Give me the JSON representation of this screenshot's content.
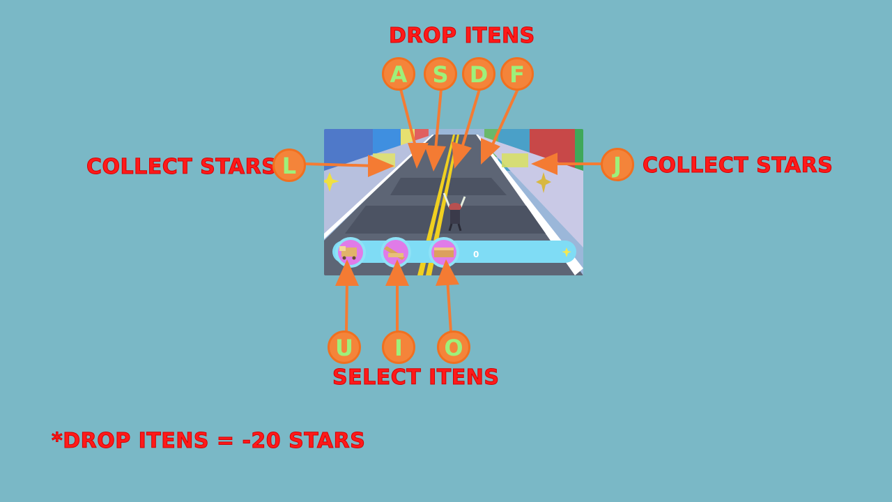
{
  "colors": {
    "background": "#7ab8c6",
    "label_text": "#ff1a1a",
    "key_fill": "#f4843a",
    "key_border": "#f07020",
    "key_letter": "#9ef07a",
    "arrow": "#f47b33",
    "hud_bar": "#7fdcf5",
    "hud_slot": "#e07be8"
  },
  "labels": {
    "drop_title": "DROP ITENS",
    "collect_left": "COLLECT STARS",
    "collect_right": "COLLECT STARS",
    "select_title": "SELECT ITENS",
    "footnote": "*DROP ITENS = -20 STARS"
  },
  "keys": {
    "drop": [
      "A",
      "S",
      "D",
      "F"
    ],
    "collect_left": "L",
    "collect_right": "J",
    "select": [
      "U",
      "I",
      "O"
    ]
  },
  "game_hud": {
    "star_count": "0",
    "item_slots": [
      "truck-item-icon",
      "plank-item-icon",
      "box-item-icon"
    ],
    "star_icon": "star-icon"
  }
}
